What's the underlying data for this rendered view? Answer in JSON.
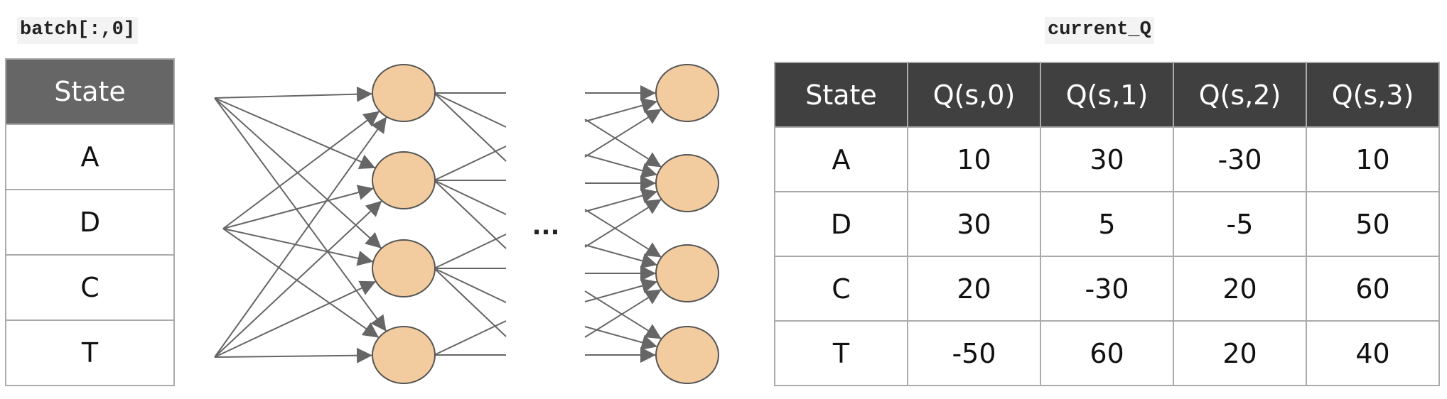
{
  "batch": {
    "label": "batch[:,0]",
    "header": "State",
    "rows": [
      "A",
      "D",
      "C",
      "T"
    ]
  },
  "network": {
    "ellipsis": "...",
    "node_color": "#f2cb9e",
    "edge_color": "#666666"
  },
  "current_q": {
    "label": "current_Q",
    "headers": [
      "State",
      "Q(s,0)",
      "Q(s,1)",
      "Q(s,2)",
      "Q(s,3)"
    ],
    "rows": [
      [
        "A",
        "10",
        "30",
        "-30",
        "10"
      ],
      [
        "D",
        "30",
        "5",
        "-5",
        "50"
      ],
      [
        "C",
        "20",
        "-30",
        "20",
        "60"
      ],
      [
        "T",
        "-50",
        "60",
        "20",
        "40"
      ]
    ]
  }
}
